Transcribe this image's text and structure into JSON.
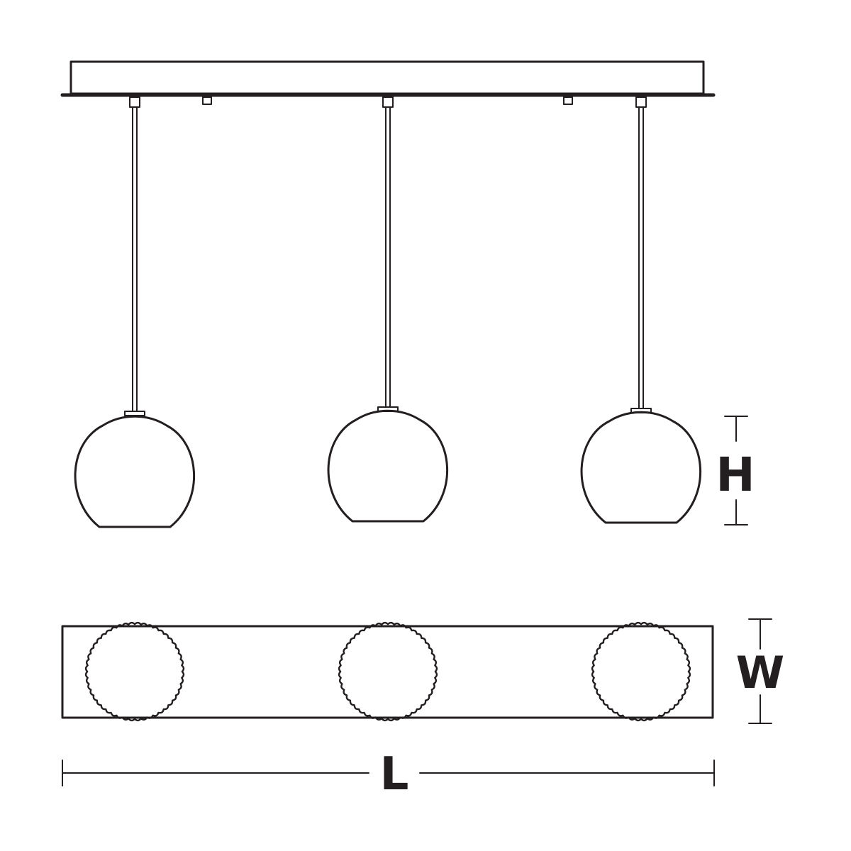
{
  "diagram": {
    "title": "",
    "labels": {
      "height": "H",
      "width": "W",
      "length": "L"
    },
    "views": {
      "elevation": {
        "pendant_count": 3
      },
      "plan": {
        "shade_count": 3
      }
    },
    "colors": {
      "line": "#231f20",
      "background": "#ffffff"
    }
  }
}
